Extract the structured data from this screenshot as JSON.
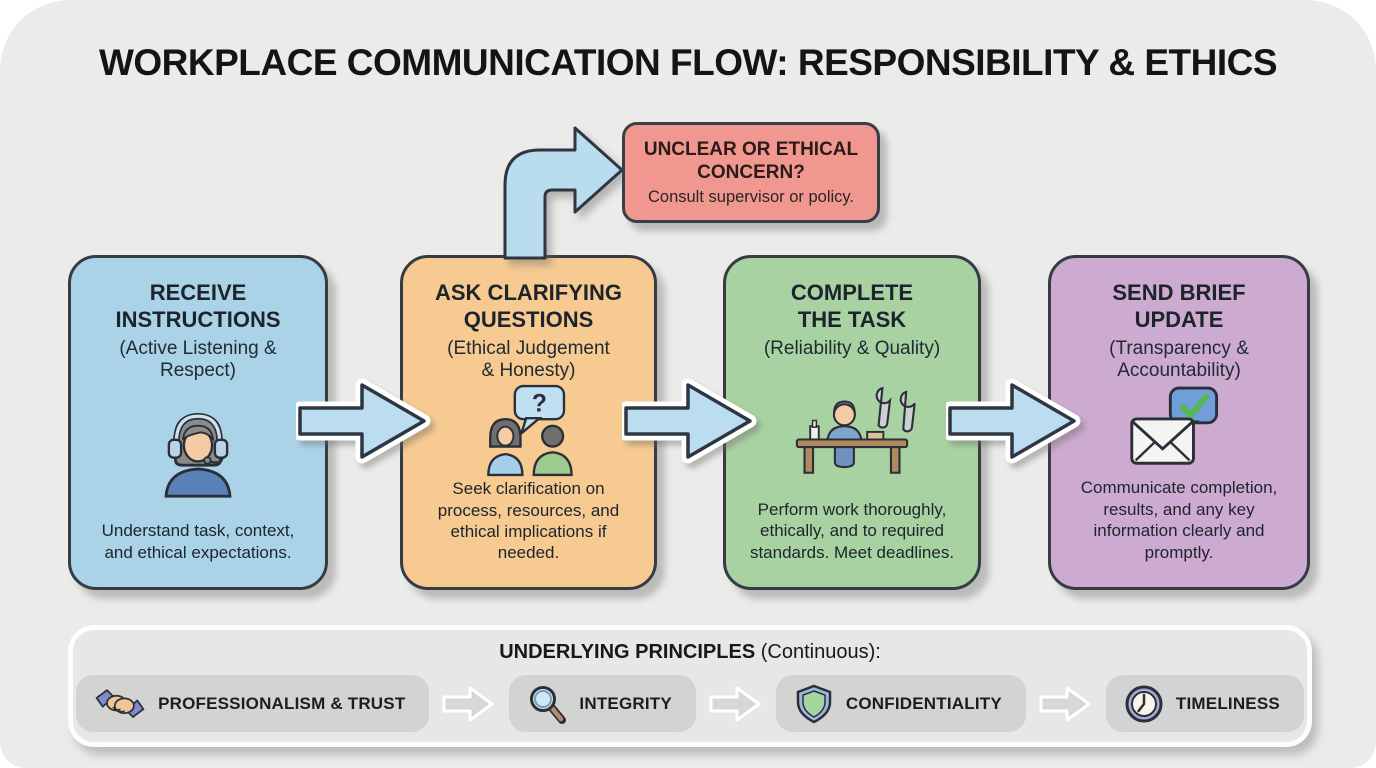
{
  "title": "WORKPLACE COMMUNICATION FLOW: RESPONSIBILITY & ETHICS",
  "alert": {
    "title": "UNCLEAR OR ETHICAL\nCONCERN?",
    "subtitle": "Consult supervisor or policy.",
    "color": "#f0988f"
  },
  "steps": [
    {
      "title": "RECEIVE\nINSTRUCTIONS",
      "subtitle": "(Active Listening & Respect)",
      "description": "Understand task, context, and ethical expectations.",
      "icon": "headset-agent-icon",
      "color": "#abd3e8"
    },
    {
      "title": "ASK CLARIFYING\nQUESTIONS",
      "subtitle": "(Ethical Judgement\n& Honesty)",
      "description": "Seek clarification on process, resources, and ethical implications if needed.",
      "icon": "conversation-question-icon",
      "bubble_char": "?",
      "color": "#f7ca92"
    },
    {
      "title": "COMPLETE\nTHE TASK",
      "subtitle": "(Reliability & Quality)",
      "description": "Perform work thoroughly, ethically, and to required standards. Meet deadlines.",
      "icon": "worker-at-desk-icon",
      "color": "#a9d2a3"
    },
    {
      "title": "SEND BRIEF\nUPDATE",
      "subtitle": "(Transparency &\nAccountability)",
      "description": "Communicate completion, results, and any key information clearly and promptly.",
      "icon": "mail-check-icon",
      "color": "#cdaad0"
    }
  ],
  "principles": {
    "heading_bold": "UNDERLYING PRINCIPLES",
    "heading_rest": " (Continuous):",
    "items": [
      {
        "label": "PROFESSIONALISM & TRUST",
        "icon": "handshake-icon"
      },
      {
        "label": "INTEGRITY",
        "icon": "magnifier-icon"
      },
      {
        "label": "CONFIDENTIALITY",
        "icon": "shield-icon"
      },
      {
        "label": "TIMELINESS",
        "icon": "clock-icon"
      }
    ]
  },
  "colors": {
    "background": "#ebebe9",
    "arrow_fill": "#bcdcef",
    "outline": "#2e3642",
    "pill_gray": "#d3d3d1"
  }
}
